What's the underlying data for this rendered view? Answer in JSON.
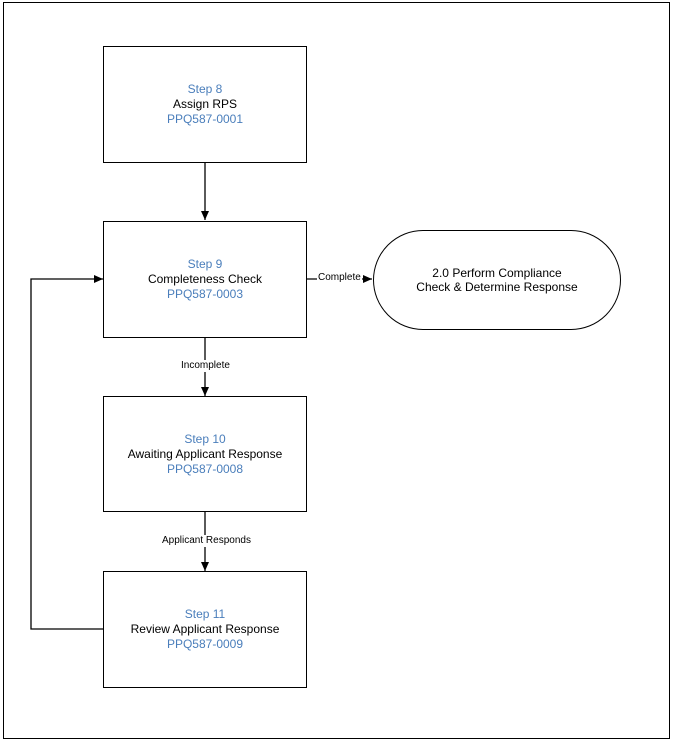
{
  "steps": [
    {
      "step": "Step 8",
      "title": "Assign RPS",
      "code": "PPQ587-0001"
    },
    {
      "step": "Step 9",
      "title": "Completeness Check",
      "code": "PPQ587-0003"
    },
    {
      "step": "Step 10",
      "title": "Awaiting Applicant Response",
      "code": "PPQ587-0008"
    },
    {
      "step": "Step 11",
      "title": "Review Applicant Response",
      "code": "PPQ587-0009"
    }
  ],
  "terminal": {
    "line1": "2.0 Perform Compliance",
    "line2": "Check & Determine Response"
  },
  "edges": {
    "complete": "Complete",
    "incomplete": "Incomplete",
    "responds": "Applicant Responds"
  },
  "colors": {
    "accent": "#4a7ebb",
    "stroke": "#000000"
  }
}
